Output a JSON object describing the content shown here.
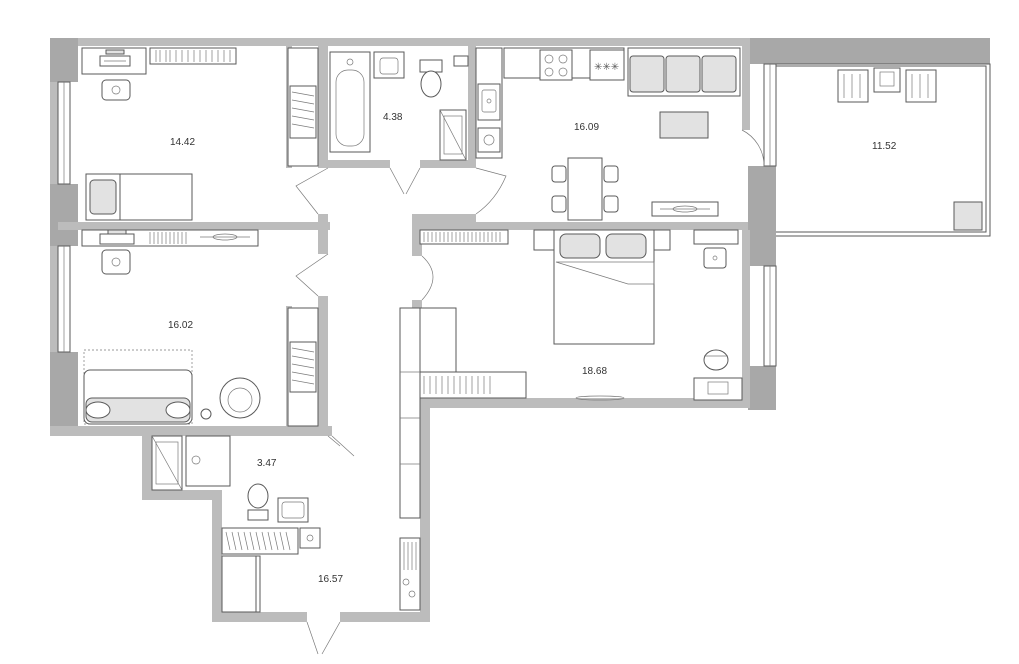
{
  "rooms": [
    {
      "id": "bedroom-top-left",
      "area": "14.42"
    },
    {
      "id": "bathroom-top",
      "area": "4.38"
    },
    {
      "id": "kitchen-living",
      "area": "16.09"
    },
    {
      "id": "balcony",
      "area": "11.52"
    },
    {
      "id": "bedroom-middle-left",
      "area": "16.02"
    },
    {
      "id": "bedroom-master",
      "area": "18.68"
    },
    {
      "id": "bathroom-small",
      "area": "3.47"
    },
    {
      "id": "hallway",
      "area": "16.57"
    }
  ],
  "colors": {
    "wall": "#bcbcbc",
    "line": "#5a5a5a",
    "fill": "#e2e2e2"
  }
}
